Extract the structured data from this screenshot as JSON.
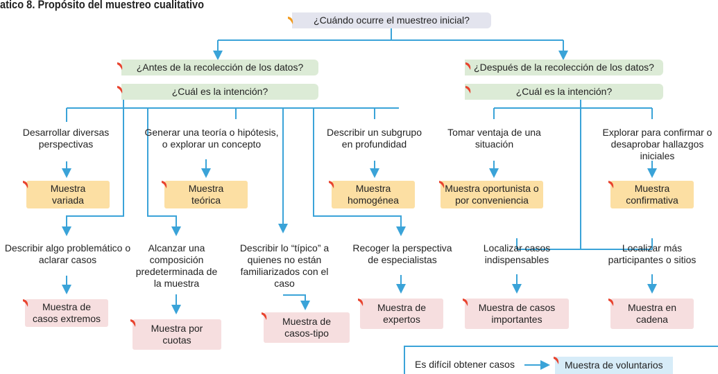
{
  "header": "atico 8. Propósito del muestreo cualitativo",
  "root_question": "¿Cuándo ocurre el muestreo inicial?",
  "left": {
    "question": "¿Antes de la recolección de los datos?",
    "intention": "¿Cuál es la intención?",
    "items": [
      {
        "intent": "Desarrollar diversas perspectivas",
        "sample": "Muestra variada"
      },
      {
        "intent": "Generar una teoría o hipótesis, o explorar un concepto",
        "sample": "Muestra teórica"
      },
      {
        "intent": "Describir un subgrupo en profundidad",
        "sample": "Muestra homogénea"
      },
      {
        "intent": "Describir algo problemático o aclarar casos",
        "sample": "Muestra de casos extremos"
      },
      {
        "intent": "Alcanzar una composición predeterminada de la muestra",
        "sample": "Muestra por cuotas"
      },
      {
        "intent": "Describir lo “típico” a quienes no están familiarizados con el caso",
        "sample": "Muestra de casos-tipo"
      },
      {
        "intent": "Recoger la perspectiva de especialistas",
        "sample": "Muestra de expertos"
      }
    ]
  },
  "right": {
    "question": "¿Después de la recolección de los datos?",
    "intention": "¿Cuál es la intención?",
    "items": [
      {
        "intent": "Tomar ventaja de una situación",
        "sample": "Muestra oportunista o por conveniencia"
      },
      {
        "intent": "Explorar para confirmar o desaprobar hallazgos iniciales",
        "sample": "Muestra confirmativa"
      },
      {
        "intent": "Localizar casos indispensables",
        "sample": "Muestra de casos importantes"
      },
      {
        "intent": "Localizar más participantes o sitios",
        "sample": "Muestra en cadena"
      }
    ]
  },
  "volunteers": {
    "condition": "Es difícil obtener casos",
    "sample": "Muestra de voluntarios"
  },
  "colors": {
    "line": "#3aa3d8",
    "question_bg": "#dcebd6",
    "root_bg": "#e3e4ee",
    "orange_bg": "#fcdfa3",
    "pink_bg": "#f6dedf",
    "blue_bg": "#d7ecf8",
    "mark_red": "#e8432e",
    "mark_orange": "#f29a1c"
  }
}
